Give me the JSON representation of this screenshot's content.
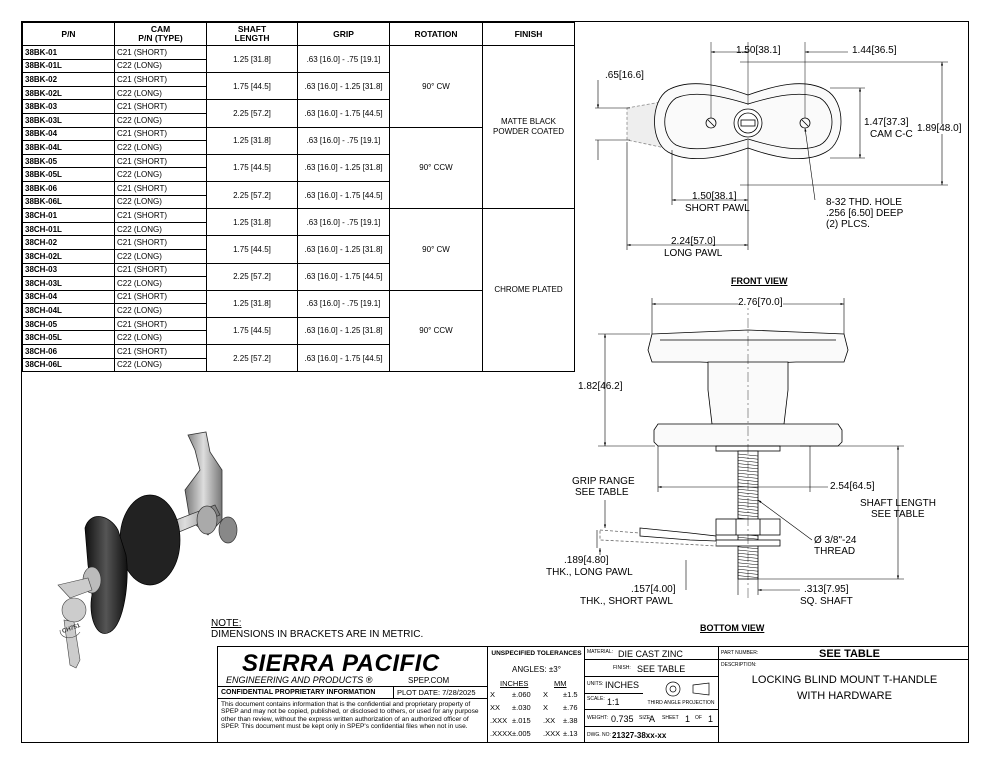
{
  "table": {
    "headers": {
      "pn": "P/N",
      "cam": "CAM\nP/N (TYPE)",
      "shaft": "SHAFT\nLENGTH",
      "grip": "GRIP",
      "rotation": "ROTATION",
      "finish": "FINISH"
    },
    "rows": [
      {
        "pn": "38BK-01",
        "cam": "C21 (SHORT)"
      },
      {
        "pn": "38BK-01L",
        "cam": "C22 (LONG)"
      },
      {
        "pn": "38BK-02",
        "cam": "C21 (SHORT)"
      },
      {
        "pn": "38BK-02L",
        "cam": "C22 (LONG)"
      },
      {
        "pn": "38BK-03",
        "cam": "C21 (SHORT)"
      },
      {
        "pn": "38BK-03L",
        "cam": "C22 (LONG)"
      },
      {
        "pn": "38BK-04",
        "cam": "C21 (SHORT)"
      },
      {
        "pn": "38BK-04L",
        "cam": "C22 (LONG)"
      },
      {
        "pn": "38BK-05",
        "cam": "C21 (SHORT)"
      },
      {
        "pn": "38BK-05L",
        "cam": "C22 (LONG)"
      },
      {
        "pn": "38BK-06",
        "cam": "C21 (SHORT)"
      },
      {
        "pn": "38BK-06L",
        "cam": "C22 (LONG)"
      },
      {
        "pn": "38CH-01",
        "cam": "C21 (SHORT)"
      },
      {
        "pn": "38CH-01L",
        "cam": "C22 (LONG)"
      },
      {
        "pn": "38CH-02",
        "cam": "C21 (SHORT)"
      },
      {
        "pn": "38CH-02L",
        "cam": "C22 (LONG)"
      },
      {
        "pn": "38CH-03",
        "cam": "C21 (SHORT)"
      },
      {
        "pn": "38CH-03L",
        "cam": "C22 (LONG)"
      },
      {
        "pn": "38CH-04",
        "cam": "C21 (SHORT)"
      },
      {
        "pn": "38CH-04L",
        "cam": "C22 (LONG)"
      },
      {
        "pn": "38CH-05",
        "cam": "C21 (SHORT)"
      },
      {
        "pn": "38CH-05L",
        "cam": "C22 (LONG)"
      },
      {
        "pn": "38CH-06",
        "cam": "C21 (SHORT)"
      },
      {
        "pn": "38CH-06L",
        "cam": "C22 (LONG)"
      }
    ],
    "shaft_groups": [
      "1.25 [31.8]",
      "1.75 [44.5]",
      "2.25 [57.2]",
      "1.25 [31.8]",
      "1.75 [44.5]",
      "2.25 [57.2]",
      "1.25 [31.8]",
      "1.75 [44.5]",
      "2.25 [57.2]",
      "1.25 [31.8]",
      "1.75 [44.5]",
      "2.25 [57.2]"
    ],
    "grip_groups": [
      ".63 [16.0] - .75 [19.1]",
      ".63 [16.0] - 1.25 [31.8]",
      ".63 [16.0] - 1.75 [44.5]",
      ".63 [16.0] - .75 [19.1]",
      ".63 [16.0] - 1.25 [31.8]",
      ".63 [16.0] - 1.75 [44.5]",
      ".63 [16.0] - .75 [19.1]",
      ".63 [16.0] - 1.25 [31.8]",
      ".63 [16.0] - 1.75 [44.5]",
      ".63 [16.0] - .75 [19.1]",
      ".63 [16.0] - 1.25 [31.8]",
      ".63 [16.0] - 1.75 [44.5]"
    ],
    "rotation_groups": [
      "90° CW",
      "90° CCW",
      "90° CW",
      "90° CCW"
    ],
    "finish_groups": [
      "MATTE BLACK\nPOWDER COATED",
      "CHROME PLATED"
    ]
  },
  "front_view": {
    "title": "FRONT VIEW",
    "dim_top_left": "1.50",
    "dim_top_left_mm": "[38.1]",
    "dim_top_right": "1.44",
    "dim_top_right_mm": "[36.5]",
    "dim_left": ".65",
    "dim_left_mm": "[16.6]",
    "dim_cam_cc": "1.47",
    "dim_cam_cc_mm": "[37.3]",
    "dim_cam_cc_label": "CAM C-C",
    "dim_height": "1.89",
    "dim_height_mm": "[48.0]",
    "dim_short_pawl": "1.50",
    "dim_short_pawl_mm": "[38.1]",
    "dim_short_pawl_label": "SHORT PAWL",
    "hole_note_1": "8-32 THD. HOLE",
    "hole_note_2": ".256 [6.50] DEEP",
    "hole_note_3": "(2) PLCS.",
    "dim_long_pawl": "2.24",
    "dim_long_pawl_mm": "[57.0]",
    "dim_long_pawl_label": "LONG PAWL"
  },
  "bottom_view": {
    "title": "BOTTOM VIEW",
    "dim_width": "2.76",
    "dim_width_mm": "[70.0]",
    "dim_height": "1.82",
    "dim_height_mm": "[46.2]",
    "grip_label_1": "GRIP RANGE",
    "grip_label_2": "SEE TABLE",
    "dim_254": "2.54",
    "dim_254_mm": "[64.5]",
    "shaft_label_1": "SHAFT LENGTH",
    "shaft_label_2": "SEE TABLE",
    "thread_1": "Ø 3/8\"-24",
    "thread_2": "THREAD",
    "long_thk": ".189",
    "long_thk_mm": "[4.80]",
    "long_thk_label": "THK., LONG PAWL",
    "short_thk": ".157",
    "short_thk_mm": "[4.00]",
    "short_thk_label": "THK., SHORT PAWL",
    "sq": ".313",
    "sq_mm": "[7.95]",
    "sq_label": "SQ. SHAFT"
  },
  "note": {
    "title": "NOTE:",
    "text": "DIMENSIONS IN BRACKETS ARE IN METRIC."
  },
  "title_block": {
    "company": "SIERRA PACIFIC",
    "company_sub": "ENGINEERING AND PRODUCTS",
    "registered": "®",
    "website": "SPEP.COM",
    "confidential": "CONFIDENTIAL PROPRIETARY INFORMATION",
    "plot_date": "PLOT DATE:  7/28/2025",
    "confidential_text": "This document contains information that is the confidential and proprietary property of SPEP and may not be copied, published, or disclosed to others, or used for any purpose  other than review, without the express written authorization of an authorized officer of SPEP. This document must be kept only in SPEP's confidential files when not in use.",
    "tol_title": "UNSPECIFIED TOLERANCES",
    "tol_angles": "ANGLES: ±3°",
    "tol_inches": "INCHES",
    "tol_mm": "MM",
    "tol_rows": [
      {
        "in_sym": "X",
        "in_val": "±.060",
        "mm_sym": "X",
        "mm_val": "±1.5"
      },
      {
        "in_sym": "XX",
        "in_val": "±.030",
        "mm_sym": "X",
        "mm_val": "±.76"
      },
      {
        "in_sym": ".XXX",
        "in_val": "±.015",
        "mm_sym": ".XX",
        "mm_val": "±.38"
      },
      {
        "in_sym": ".XXXX",
        "in_val": "±.005",
        "mm_sym": ".XXX",
        "mm_val": "±.13"
      }
    ],
    "material_label": "MATERIAL:",
    "material": "DIE CAST ZINC",
    "finish_label": "FINISH:",
    "finish": "SEE TABLE",
    "units_label": "UNITS:",
    "units": "INCHES",
    "scale_label": "SCALE:",
    "scale": "1:1",
    "projection": "THIRD ANGLE PROJECTION",
    "weight_label": "WEIGHT:",
    "weight": "0.735",
    "size_label": "SIZE:",
    "size": "A",
    "sheet_label": "SHEET",
    "sheet": "1",
    "of_label": "OF",
    "sheet_total": "1",
    "dwg_label": "DWG. NO:",
    "dwg_no": "21327-38xx-xx",
    "part_number_label": "PART NUMBER:",
    "part_number": "SEE TABLE",
    "description_label": "DESCRIPTION:",
    "description_1": "LOCKING BLIND MOUNT T-HANDLE",
    "description_2": "WITH HARDWARE"
  },
  "iso": {
    "key_text": "CH751"
  }
}
